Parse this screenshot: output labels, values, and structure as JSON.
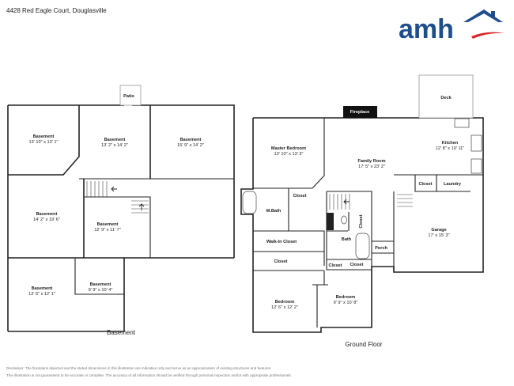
{
  "header": {
    "title": "4428 Red Eagle Court, Douglasville"
  },
  "logo": {
    "text": "amh",
    "brand_color": "#1f4e8c",
    "accent_color": "#d9262c"
  },
  "rooms": {
    "b1": {
      "name": "Basement",
      "dims": "13' 10\" x 13' 1\""
    },
    "b2": {
      "name": "Basement",
      "dims": "13' 2\" x 14' 2\""
    },
    "b3": {
      "name": "Basement",
      "dims": "15' 9\" x 14' 2\""
    },
    "b4": {
      "name": "Basement",
      "dims": "14' 2\" x 19' 6\""
    },
    "b5": {
      "name": "Basement",
      "dims": "12' 9\" x 11' 7\""
    },
    "b6": {
      "name": "Basement",
      "dims": "12' 6\" x 12' 1\""
    },
    "b7": {
      "name": "Basement",
      "dims": "9' 9\" x 10' 4\""
    },
    "patio": {
      "name": "Patio"
    },
    "deck": {
      "name": "Deck"
    },
    "fireplace": {
      "name": "Fireplace"
    },
    "master": {
      "name": "Master Bedroom",
      "dims": "13' 10\" x 13' 3\""
    },
    "family": {
      "name": "Family Room",
      "dims": "17' 5\" x 23' 2\""
    },
    "kitchen": {
      "name": "Kitchen",
      "dims": "12' 8\" x 10' 11\""
    },
    "mbath": {
      "name": "M.Bath"
    },
    "closet_master": {
      "name": "Closet"
    },
    "walkin": {
      "name": "Walk-In Closet"
    },
    "closet_mid": {
      "name": "Closet"
    },
    "closet_hall": {
      "name": "Closet"
    },
    "closet_kitchen": {
      "name": "Closet"
    },
    "laundry": {
      "name": "Laundry"
    },
    "bath": {
      "name": "Bath"
    },
    "closet_bath": {
      "name": "Closet"
    },
    "closet_bath2": {
      "name": "Closet"
    },
    "porch": {
      "name": "Porch"
    },
    "garage": {
      "name": "Garage",
      "dims": "17' x 15' 3\""
    },
    "bed2": {
      "name": "Bedroom",
      "dims": "12' 6\" x 12' 2\""
    },
    "bed3": {
      "name": "Bedroom",
      "dims": "9' 9\" x 10' 8\""
    }
  },
  "captions": {
    "basement": "Basement",
    "ground": "Ground Floor"
  },
  "footer": {
    "line1": "Disclaimer: The floorplans depicted and the stated dimensions in this illustration are indicative only and serve as an approximation of existing structures and features.",
    "line2": "This illustration is not guaranteed to be accurate or complete. The accuracy of all information should be verified through personal inspection and/or with appropriate professionals."
  }
}
